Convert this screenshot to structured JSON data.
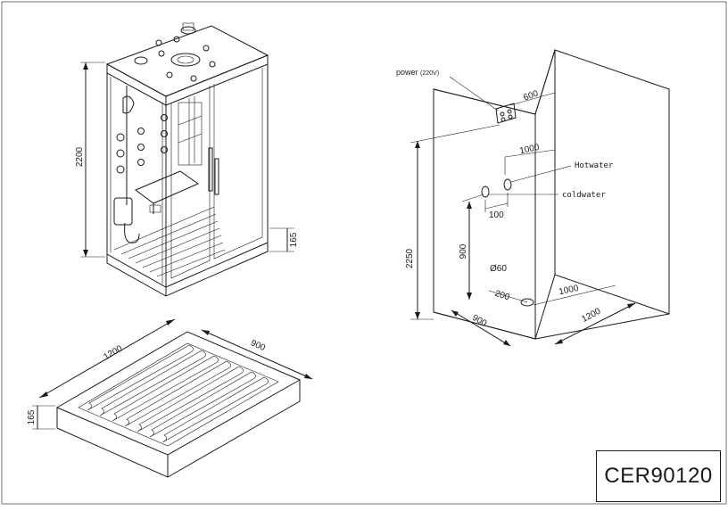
{
  "cabin_view": {
    "height_label": "2200",
    "tray_height_label": "165"
  },
  "tray_view": {
    "length_label": "1200",
    "width_label": "900",
    "height_label": "165"
  },
  "wall_view": {
    "power_label": "power",
    "power_voltage": "(220V)",
    "power_offset_label": "600",
    "hot_offset_label": "1000",
    "hotwater_label": "Hotwater",
    "coldwater_label": "coldwater",
    "pipe_spacing_label": "100",
    "pipe_height_label": "900",
    "wall_height_label": "2250",
    "drain_label": "Ø60",
    "drain_offset_label": "200",
    "drain_depth_label": "1000",
    "floor_width_label": "900",
    "floor_length_label": "1200"
  },
  "model": {
    "code": "CER90120"
  }
}
